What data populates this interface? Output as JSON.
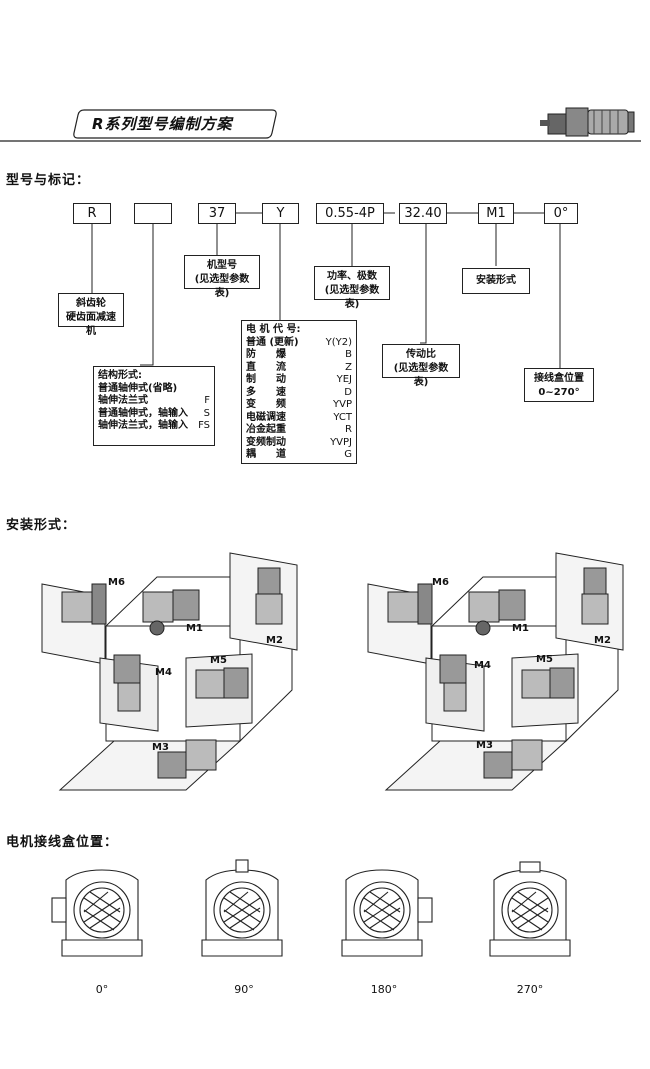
{
  "title": "R系列型号编制方案",
  "sections": {
    "model": "型号与标记：",
    "mounting": "安装形式：",
    "terminal": "电机接线盒位置："
  },
  "code_boxes": [
    "R",
    "",
    "37",
    "Y",
    "0.55-4P",
    "32.40",
    "M1",
    "0°"
  ],
  "notes": {
    "helical": [
      "斜齿轮",
      "硬齿面减速机"
    ],
    "frame": [
      "机型号",
      "(见选型参数表)"
    ],
    "power": [
      "功率、极数",
      "(见选型参数表)"
    ],
    "mount": [
      "安装形式"
    ],
    "ratio": [
      "传动比",
      "(见选型参数表)"
    ],
    "terminal_box": [
      "接线盒位置",
      "0~270°"
    ]
  },
  "structure": {
    "title": "结构形式:",
    "rows": [
      {
        "k": "普通轴伸式(省略)",
        "v": ""
      },
      {
        "k": "轴伸法兰式",
        "v": "F"
      },
      {
        "k": "普通轴伸式，轴输入",
        "v": "S"
      },
      {
        "k": "轴伸法兰式，轴输入",
        "v": "FS"
      }
    ]
  },
  "motor_code": {
    "title": "电 机 代 号:",
    "rows": [
      {
        "k": "普通 (更新)",
        "v": "Y(Y2)"
      },
      {
        "k": "防　　爆",
        "v": "B"
      },
      {
        "k": "直　　流",
        "v": "Z"
      },
      {
        "k": "制　　动",
        "v": "YEJ"
      },
      {
        "k": "多　　速",
        "v": "D"
      },
      {
        "k": "变　　频",
        "v": "YVP"
      },
      {
        "k": "电磁调速",
        "v": "YCT"
      },
      {
        "k": "冶金起重",
        "v": "R"
      },
      {
        "k": "变频制动",
        "v": "YVPJ"
      },
      {
        "k": "耦　　道",
        "v": "G"
      }
    ]
  },
  "mount_positions": [
    "M6",
    "M1",
    "M2",
    "M4",
    "M5",
    "M3"
  ],
  "angles": [
    "0°",
    "90°",
    "180°",
    "270°"
  ]
}
